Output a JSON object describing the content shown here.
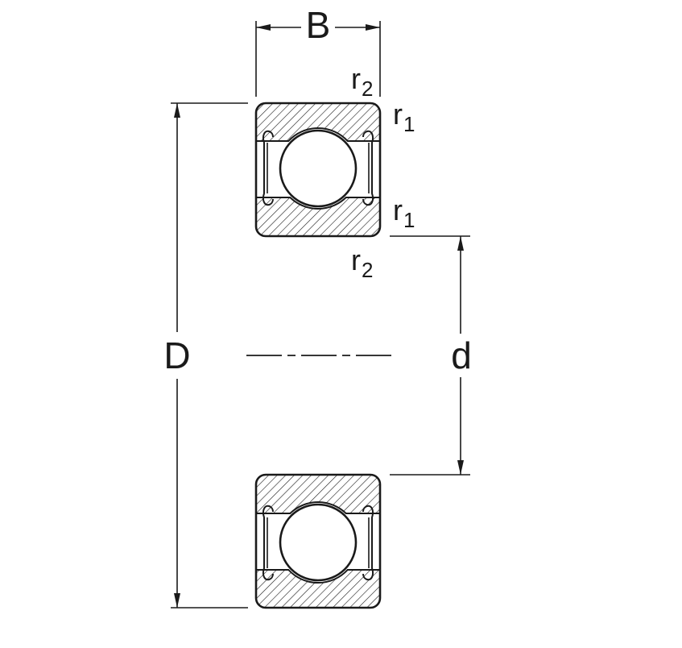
{
  "colors": {
    "line": "#1a1a1a",
    "background": "#ffffff"
  },
  "dimensions": {
    "width_label": "B",
    "outer_diameter_label": "D",
    "bore_diameter_label": "d"
  },
  "radius_callouts": [
    {
      "base": "r",
      "sub": "2"
    },
    {
      "base": "r",
      "sub": "1"
    },
    {
      "base": "r",
      "sub": "1"
    },
    {
      "base": "r",
      "sub": "2"
    }
  ]
}
